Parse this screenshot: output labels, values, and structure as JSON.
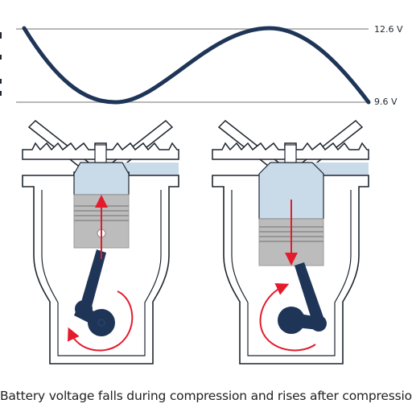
{
  "voltage_graph": {
    "max_label": "12.6 V",
    "min_label": "9.6 V"
  },
  "caption": "Battery voltage falls during compression and rises after compression",
  "colors": {
    "curve": "#1e3557",
    "piston": "#bcbcbc",
    "piston_dark": "#9a9a9a",
    "chamber": "#c9dbe8",
    "crank": "#1e3557",
    "arrow": "#e31b2c",
    "outline": "#1f2630",
    "guide_line": "#b8b8b8"
  },
  "engines": [
    {
      "state": "compression",
      "piston_direction": "up"
    },
    {
      "state": "after compression",
      "piston_direction": "down"
    }
  ]
}
